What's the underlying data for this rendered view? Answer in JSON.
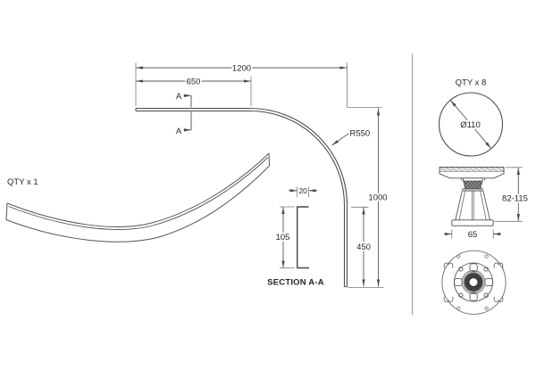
{
  "drawing": {
    "panel_view": {
      "qty_label": "QTY x 1"
    },
    "feet_view": {
      "qty_label": "QTY x 8"
    },
    "section": {
      "title": "SECTION A-A",
      "marker": "A"
    },
    "dims": {
      "overall_width": "1200",
      "straight_length": "650",
      "radius": "R550",
      "overall_height": "1000",
      "lower_height": "450",
      "profile_width": "20",
      "profile_height": "105",
      "foot_diameter": "Ø110",
      "foot_height_range": "82-115",
      "foot_base_width": "65"
    },
    "colors": {
      "background": "#ffffff",
      "outline": "#4c4c4c",
      "dimension": "#5a5a5a",
      "extension": "#7a7a7a",
      "text": "#262626"
    }
  }
}
